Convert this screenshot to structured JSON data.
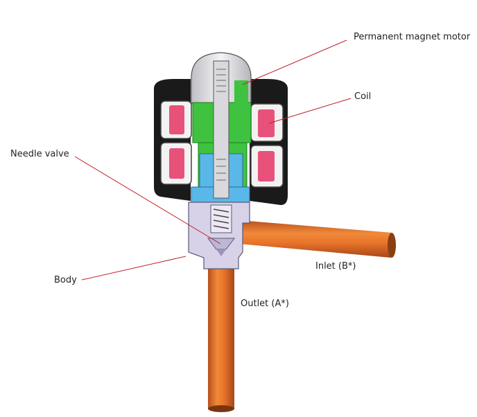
{
  "labels": {
    "permanent_magnet_motor": "Permanent magnet motor",
    "coil": "Coil",
    "needle_valve": "Needle valve",
    "body": "Body",
    "inlet": "Inlet (B*)",
    "outlet": "Outlet  (A*)"
  },
  "colors": {
    "leader_line": "#c0202a",
    "copper_tube": "#e8742a",
    "coil_winding": "#e8527a",
    "magnet_rotor": "#3fc23f",
    "valve_chamber": "#5ab8e8",
    "valve_body": "#d7d2e8",
    "housing": "#1a1a1a",
    "dome": "#e8e8ea"
  }
}
